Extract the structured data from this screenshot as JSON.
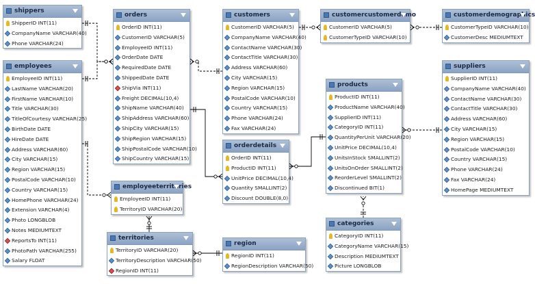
{
  "colors": {
    "header_start": "#aebfd6",
    "header_end": "#8ba3c4",
    "key_icon": "#e5b722",
    "column_icon": "#5f8fc6",
    "fk_icon": "#d9534f",
    "line": "#000000"
  },
  "tables": [
    {
      "id": "shippers",
      "name": "shippers",
      "columns": [
        {
          "text": "ShipperID INT(11)",
          "icon": "key"
        },
        {
          "text": "CompanyName VARCHAR(40)",
          "icon": "column"
        },
        {
          "text": "Phone VARCHAR(24)",
          "icon": "column"
        }
      ]
    },
    {
      "id": "employees",
      "name": "employees",
      "columns": [
        {
          "text": "EmployeeID INT(11)",
          "icon": "key"
        },
        {
          "text": "LastName VARCHAR(20)",
          "icon": "column"
        },
        {
          "text": "FirstName VARCHAR(10)",
          "icon": "column"
        },
        {
          "text": "Title VARCHAR(30)",
          "icon": "column"
        },
        {
          "text": "TitleOfCourtesy VARCHAR(25)",
          "icon": "column"
        },
        {
          "text": "BirthDate DATE",
          "icon": "column"
        },
        {
          "text": "HireDate DATE",
          "icon": "column"
        },
        {
          "text": "Address VARCHAR(60)",
          "icon": "column"
        },
        {
          "text": "City VARCHAR(15)",
          "icon": "column"
        },
        {
          "text": "Region VARCHAR(15)",
          "icon": "column"
        },
        {
          "text": "PostalCode VARCHAR(10)",
          "icon": "column"
        },
        {
          "text": "Country VARCHAR(15)",
          "icon": "column"
        },
        {
          "text": "HomePhone VARCHAR(24)",
          "icon": "column"
        },
        {
          "text": "Extension VARCHAR(4)",
          "icon": "column"
        },
        {
          "text": "Photo LONGBLOB",
          "icon": "column"
        },
        {
          "text": "Notes MEDIUMTEXT",
          "icon": "column"
        },
        {
          "text": "ReportsTo INT(11)",
          "icon": "fk"
        },
        {
          "text": "PhotoPath VARCHAR(255)",
          "icon": "column"
        },
        {
          "text": "Salary FLOAT",
          "icon": "column"
        }
      ]
    },
    {
      "id": "orders",
      "name": "orders",
      "columns": [
        {
          "text": "OrderID INT(11)",
          "icon": "key"
        },
        {
          "text": "CustomerID VARCHAR(5)",
          "icon": "column"
        },
        {
          "text": "EmployeeID INT(11)",
          "icon": "column"
        },
        {
          "text": "OrderDate DATE",
          "icon": "column"
        },
        {
          "text": "RequiredDate DATE",
          "icon": "column"
        },
        {
          "text": "ShippedDate DATE",
          "icon": "column"
        },
        {
          "text": "ShipVia INT(11)",
          "icon": "fk"
        },
        {
          "text": "Freight DECIMAL(10,4)",
          "icon": "column"
        },
        {
          "text": "ShipName VARCHAR(40)",
          "icon": "column"
        },
        {
          "text": "ShipAddress VARCHAR(60)",
          "icon": "column"
        },
        {
          "text": "ShipCity VARCHAR(15)",
          "icon": "column"
        },
        {
          "text": "ShipRegion VARCHAR(15)",
          "icon": "column"
        },
        {
          "text": "ShipPostalCode VARCHAR(10)",
          "icon": "column"
        },
        {
          "text": "ShipCountry VARCHAR(15)",
          "icon": "column"
        }
      ]
    },
    {
      "id": "customers",
      "name": "customers",
      "columns": [
        {
          "text": "CustomerID VARCHAR(5)",
          "icon": "key"
        },
        {
          "text": "CompanyName VARCHAR(40)",
          "icon": "column"
        },
        {
          "text": "ContactName VARCHAR(30)",
          "icon": "column"
        },
        {
          "text": "ContactTitle VARCHAR(30)",
          "icon": "column"
        },
        {
          "text": "Address VARCHAR(60)",
          "icon": "column"
        },
        {
          "text": "City VARCHAR(15)",
          "icon": "column"
        },
        {
          "text": "Region VARCHAR(15)",
          "icon": "column"
        },
        {
          "text": "PostalCode VARCHAR(10)",
          "icon": "column"
        },
        {
          "text": "Country VARCHAR(15)",
          "icon": "column"
        },
        {
          "text": "Phone VARCHAR(24)",
          "icon": "column"
        },
        {
          "text": "Fax VARCHAR(24)",
          "icon": "column"
        }
      ]
    },
    {
      "id": "customercustomerdemo",
      "name": "customercustomerdemo",
      "columns": [
        {
          "text": "CustomerID VARCHAR(5)",
          "icon": "key"
        },
        {
          "text": "CustomerTypeID VARCHAR(10)",
          "icon": "key"
        }
      ]
    },
    {
      "id": "customerdemographics",
      "name": "customerdemographics",
      "columns": [
        {
          "text": "CustomerTypeID VARCHAR(10)",
          "icon": "key"
        },
        {
          "text": "CustomerDesc MEDIUMTEXT",
          "icon": "column"
        }
      ]
    },
    {
      "id": "suppliers",
      "name": "suppliers",
      "columns": [
        {
          "text": "SupplierID INT(11)",
          "icon": "key"
        },
        {
          "text": "CompanyName VARCHAR(40)",
          "icon": "column"
        },
        {
          "text": "ContactName VARCHAR(30)",
          "icon": "column"
        },
        {
          "text": "ContactTitle VARCHAR(30)",
          "icon": "column"
        },
        {
          "text": "Address VARCHAR(60)",
          "icon": "column"
        },
        {
          "text": "City VARCHAR(15)",
          "icon": "column"
        },
        {
          "text": "Region VARCHAR(15)",
          "icon": "column"
        },
        {
          "text": "PostalCode VARCHAR(10)",
          "icon": "column"
        },
        {
          "text": "Country VARCHAR(15)",
          "icon": "column"
        },
        {
          "text": "Phone VARCHAR(24)",
          "icon": "column"
        },
        {
          "text": "Fax VARCHAR(24)",
          "icon": "column"
        },
        {
          "text": "HomePage MEDIUMTEXT",
          "icon": "column"
        }
      ]
    },
    {
      "id": "products",
      "name": "products",
      "columns": [
        {
          "text": "ProductID INT(11)",
          "icon": "key"
        },
        {
          "text": "ProductName VARCHAR(40)",
          "icon": "column"
        },
        {
          "text": "SupplierID INT(11)",
          "icon": "column"
        },
        {
          "text": "CategoryID INT(11)",
          "icon": "column"
        },
        {
          "text": "QuantityPerUnit VARCHAR(20)",
          "icon": "column"
        },
        {
          "text": "UnitPrice DECIMAL(10,4)",
          "icon": "column"
        },
        {
          "text": "UnitsInStock SMALLINT(2)",
          "icon": "column"
        },
        {
          "text": "UnitsOnOrder SMALLINT(2)",
          "icon": "column"
        },
        {
          "text": "ReorderLevel SMALLINT(2)",
          "icon": "column"
        },
        {
          "text": "Discontinued BIT(1)",
          "icon": "column"
        }
      ]
    },
    {
      "id": "orderdetails",
      "name": "orderdetails",
      "columns": [
        {
          "text": "OrderID INT(11)",
          "icon": "key"
        },
        {
          "text": "ProductID INT(11)",
          "icon": "key"
        },
        {
          "text": "UnitPrice DECIMAL(10,4)",
          "icon": "column"
        },
        {
          "text": "Quantity SMALLINT(2)",
          "icon": "column"
        },
        {
          "text": "Discount DOUBLE(8,0)",
          "icon": "column"
        }
      ]
    },
    {
      "id": "employeeterritories",
      "name": "employeeterritories",
      "columns": [
        {
          "text": "EmployeeID INT(11)",
          "icon": "key"
        },
        {
          "text": "TerritoryID VARCHAR(20)",
          "icon": "key"
        }
      ]
    },
    {
      "id": "territories",
      "name": "territories",
      "columns": [
        {
          "text": "TerritoryID VARCHAR(20)",
          "icon": "key"
        },
        {
          "text": "TerritoryDescription VARCHAR(50)",
          "icon": "column"
        },
        {
          "text": "RegionID INT(11)",
          "icon": "fk"
        }
      ]
    },
    {
      "id": "region",
      "name": "region",
      "columns": [
        {
          "text": "RegionID INT(11)",
          "icon": "key"
        },
        {
          "text": "RegionDescription VARCHAR(50)",
          "icon": "column"
        }
      ]
    },
    {
      "id": "categories",
      "name": "categories",
      "columns": [
        {
          "text": "CategoryID INT(11)",
          "icon": "key"
        },
        {
          "text": "CategoryName VARCHAR(15)",
          "icon": "column"
        },
        {
          "text": "Description MEDIUMTEXT",
          "icon": "column"
        },
        {
          "text": "Picture LONGBLOB",
          "icon": "column"
        }
      ]
    }
  ],
  "relationships": [
    {
      "from": "shippers",
      "to": "orders"
    },
    {
      "from": "employees",
      "to": "orders"
    },
    {
      "from": "employees",
      "to": "employeeterritories"
    },
    {
      "from": "customers",
      "to": "orders"
    },
    {
      "from": "customers",
      "to": "customercustomerdemo"
    },
    {
      "from": "customerdemographics",
      "to": "customercustomerdemo"
    },
    {
      "from": "orders",
      "to": "orderdetails"
    },
    {
      "from": "products",
      "to": "orderdetails"
    },
    {
      "from": "suppliers",
      "to": "products"
    },
    {
      "from": "categories",
      "to": "products"
    },
    {
      "from": "territories",
      "to": "employeeterritories"
    },
    {
      "from": "region",
      "to": "territories"
    }
  ]
}
